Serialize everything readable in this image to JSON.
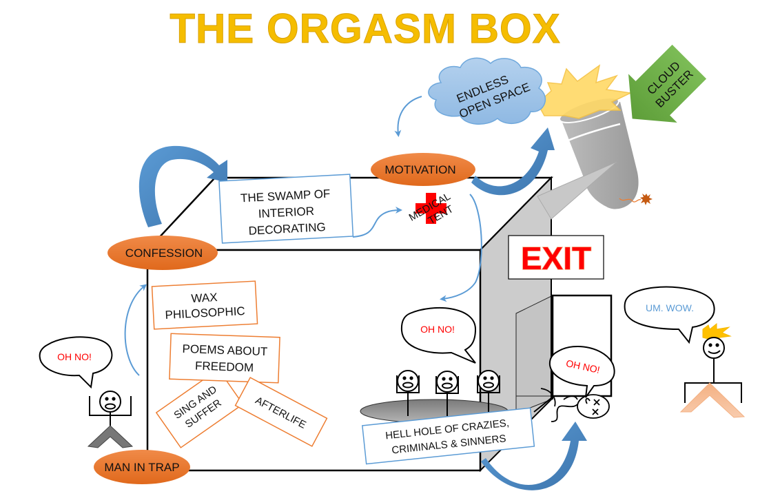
{
  "title": "THE ORGASM BOX",
  "colors": {
    "title": "#f5bd00",
    "ellipse": "#ed7d31",
    "blue_arrow": "#4a86c0",
    "thin_arrow": "#5b9bd5",
    "orange_box": "#ed7d31",
    "blue_box": "#5b9bd5",
    "cloud": "#9dc3e6",
    "cloud_buster": "#70ad47",
    "exit_text": "#ff0000",
    "medical_cross": "#ff0000",
    "speech_red": "#ff0000",
    "speech_blue": "#5b9bd5"
  },
  "stages": {
    "man_in_trap": "MAN IN TRAP",
    "confession": "CONFESSION",
    "motivation": "MOTIVATION"
  },
  "boxes": {
    "swamp": [
      "THE SWAMP OF",
      "INTERIOR",
      "DECORATING"
    ],
    "wax": [
      "WAX",
      "PHILOSOPHIC"
    ],
    "poems": [
      "POEMS ABOUT",
      "FREEDOM"
    ],
    "sing": [
      "SING AND",
      "SUFFER"
    ],
    "afterlife": [
      "AFTERLIFE"
    ],
    "hell_hole": [
      "HELL HOLE OF CRAZIES,",
      "CRIMINALS & SINNERS"
    ]
  },
  "medical_tent": [
    "MEDICAL",
    "TENT"
  ],
  "cloud": [
    "ENDLESS",
    "OPEN SPACE"
  ],
  "cloud_buster": [
    "CLOUD",
    "BUSTER"
  ],
  "exit_sign": "EXIT",
  "speech": {
    "man_in_trap": "OH NO!",
    "hell_hole": "OH NO!",
    "fallen_man": "OH NO!",
    "observer": "UM. WOW."
  }
}
